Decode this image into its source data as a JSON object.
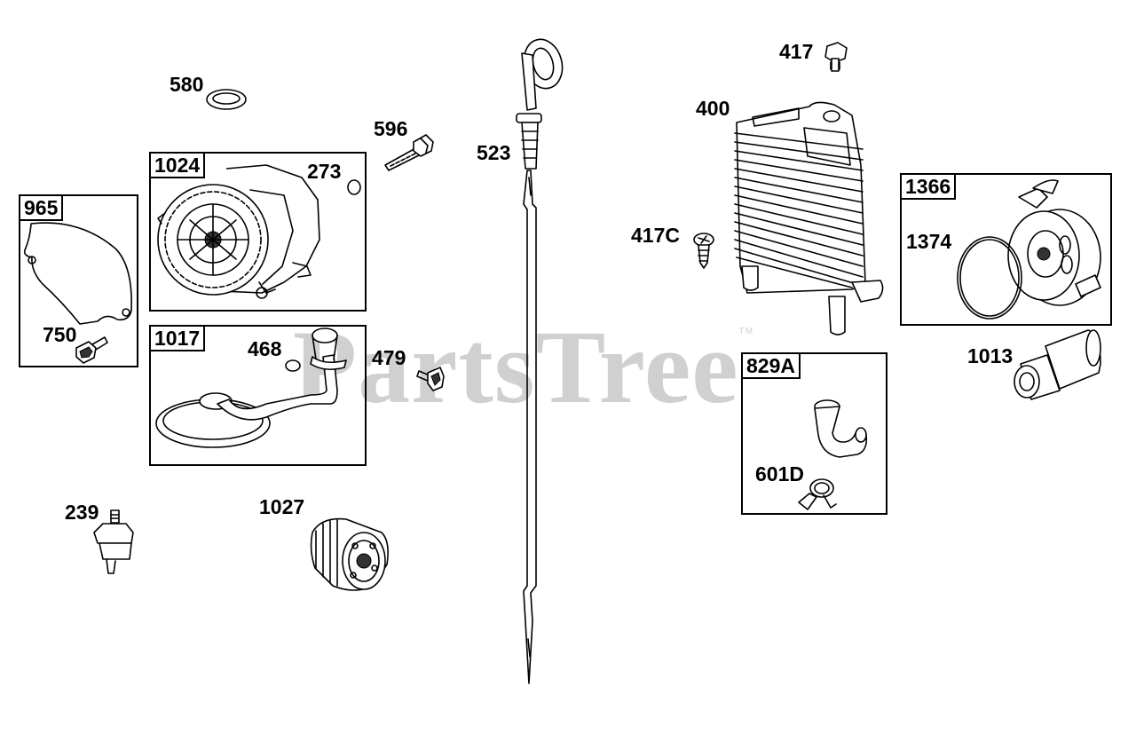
{
  "watermark": {
    "text": "PartsTree",
    "mark": "TM"
  },
  "groups": {
    "g965": "965",
    "g1024": "1024",
    "g1017": "1017",
    "g829a": "829A",
    "g1366": "1366"
  },
  "labels": {
    "p580": "580",
    "p596": "596",
    "p273": "273",
    "p750": "750",
    "p468": "468",
    "p479": "479",
    "p239": "239",
    "p1027": "1027",
    "p523": "523",
    "p417": "417",
    "p400": "400",
    "p417c": "417C",
    "p1374": "1374",
    "p1013": "1013",
    "p601d": "601D"
  }
}
